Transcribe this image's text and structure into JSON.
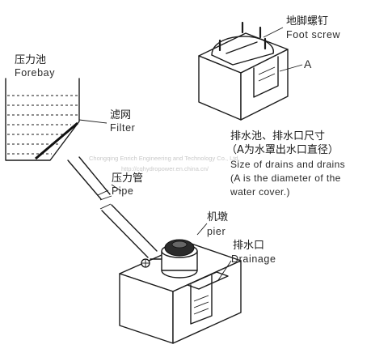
{
  "labels": {
    "foot_screw_cn": "地脚螺钉",
    "foot_screw_en": "Foot screw",
    "marker_a": "A",
    "forebay_cn": "压力池",
    "forebay_en": "Forebay",
    "filter_cn": "滤网",
    "filter_en": "Filter",
    "pipe_cn": "压力管",
    "pipe_en": "Pipe",
    "pier_cn": "机墩",
    "pier_en": "pier",
    "drainage_cn": "排水口",
    "drainage_en": "Drainage"
  },
  "note": {
    "cn_line1": "排水池、排水口尺寸",
    "cn_line2": "（A为水罩出水口直径）",
    "en_line1": "Size of drains and drains",
    "en_line2": "(A is the diameter of the",
    "en_line3": "water cover.)"
  },
  "watermark": {
    "line1": "Chongqing Enrich Engineering and Technology Co., Ltd.",
    "line2": "http://cqhydropower.en.china.cn/"
  }
}
